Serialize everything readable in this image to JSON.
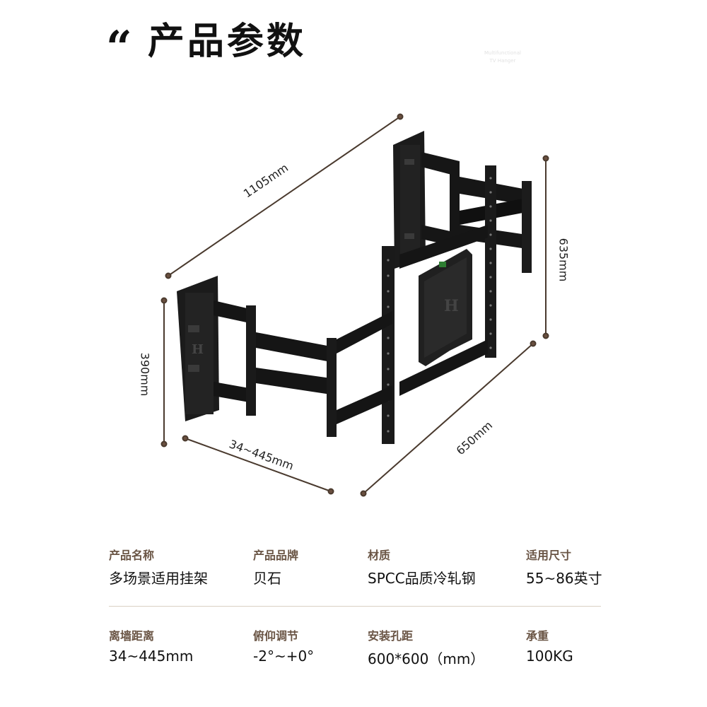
{
  "header": {
    "quote_mark": "“",
    "title": "产品参数",
    "watermark_line1": "Multifunctional",
    "watermark_line2": "TV Hanger"
  },
  "bracket_logo_letter": "H",
  "dimensions": {
    "total_length": "1105mm",
    "height_right": "635mm",
    "height_left": "390mm",
    "wall_distance": "34~445mm",
    "depth": "650mm"
  },
  "specs": {
    "row1": [
      {
        "label": "产品名称",
        "value": "多场景适用挂架"
      },
      {
        "label": "产品品牌",
        "value": "贝石"
      },
      {
        "label": "材质",
        "value": "SPCC品质冷轧钢"
      },
      {
        "label": "适用尺寸",
        "value": "55~86英寸"
      }
    ],
    "row2": [
      {
        "label": "离墙距离",
        "value": "34~445mm"
      },
      {
        "label": "俯仰调节",
        "value": "-2°~+0°"
      },
      {
        "label": "安装孔距",
        "value": "600*600（mm）"
      },
      {
        "label": "承重",
        "value": "100KG"
      }
    ]
  },
  "colors": {
    "accent_brown": "#6a5545",
    "dim_line": "#4a3a2e",
    "metal": "#1a1a1a",
    "divider": "#d9d0c3"
  }
}
